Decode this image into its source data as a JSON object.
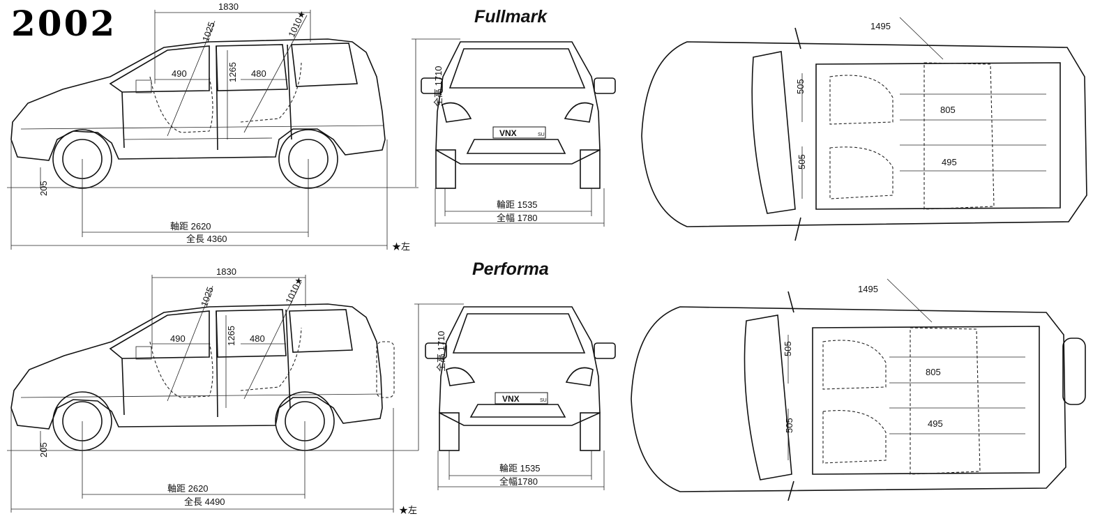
{
  "year": "2002",
  "star_note": "★左",
  "plate": {
    "text": "VNX",
    "badge": "SU"
  },
  "variants": [
    {
      "name": "Fullmark",
      "side": {
        "top": "1830",
        "diag1": "1025",
        "diag2": "1010★",
        "seat_front": "490",
        "headroom": "1265",
        "seat_rear": "480",
        "ground": "205",
        "wheelbase": "軸距 2620",
        "length": "全長 4360"
      },
      "front": {
        "height": "全高 1710",
        "tread": "輪距 1535",
        "width": "全幅 1780"
      },
      "top_view": {
        "room": "1495",
        "seat1": "505",
        "seat2": "505",
        "cargo": "805",
        "cargo2": "495"
      }
    },
    {
      "name": "Performa",
      "side": {
        "top": "1830",
        "diag1": "1025",
        "diag2": "1010★",
        "seat_front": "490",
        "headroom": "1265",
        "seat_rear": "480",
        "ground": "205",
        "wheelbase": "軸距 2620",
        "length": "全長 4490"
      },
      "front": {
        "height": "全高 1710",
        "tread": "輪距 1535",
        "width": "全幅1780"
      },
      "top_view": {
        "room": "1495",
        "seat1": "505",
        "seat2": "505",
        "cargo": "805",
        "cargo2": "495"
      }
    }
  ]
}
